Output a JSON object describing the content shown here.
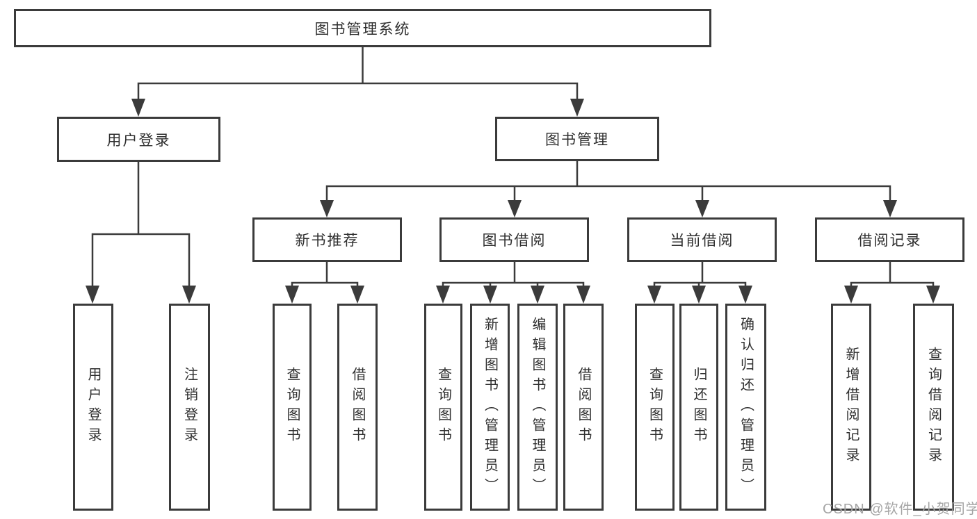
{
  "colors": {
    "line": "#3b3b3b",
    "text": "#2f2f2f",
    "background": "#ffffff",
    "watermark": "#a5a5a5"
  },
  "watermark": "CSDN @软件_小贺同学",
  "tree": {
    "root": {
      "label": "图书管理系统",
      "children": [
        {
          "label": "用户登录",
          "children": [
            {
              "label": "用户登录"
            },
            {
              "label": "注销登录"
            }
          ]
        },
        {
          "label": "图书管理",
          "children": [
            {
              "label": "新书推荐",
              "children": [
                {
                  "label": "查询图书"
                },
                {
                  "label": "借阅图书"
                }
              ]
            },
            {
              "label": "图书借阅",
              "children": [
                {
                  "label": "查询图书"
                },
                {
                  "label": "新增图书（管理员）"
                },
                {
                  "label": "编辑图书（管理员）"
                },
                {
                  "label": "借阅图书"
                }
              ]
            },
            {
              "label": "当前借阅",
              "children": [
                {
                  "label": "查询图书"
                },
                {
                  "label": "归还图书"
                },
                {
                  "label": "确认归还（管理员）"
                }
              ]
            },
            {
              "label": "借阅记录",
              "children": [
                {
                  "label": "新增借阅记录"
                },
                {
                  "label": "查询借阅记录"
                }
              ]
            }
          ]
        }
      ]
    }
  }
}
